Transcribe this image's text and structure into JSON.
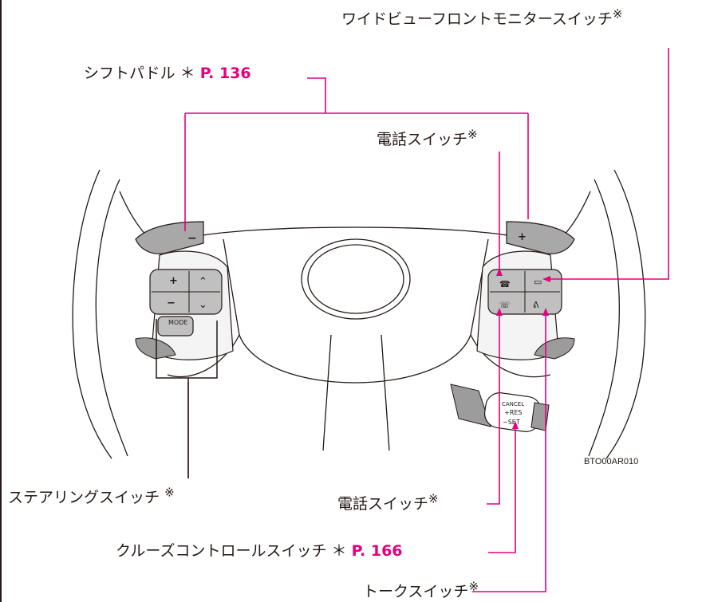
{
  "colors": {
    "leader": "#e4007f",
    "ink": "#231815",
    "paddle": "#a8a8a8",
    "button": "#bdbdbd"
  },
  "labels": {
    "wide_view": {
      "text": "ワイドビューフロントモニタースイッチ",
      "mark": "※"
    },
    "shift_paddle": {
      "text": "シフトパドル",
      "star": "＊",
      "page": "P. 136"
    },
    "phone_top": {
      "text": "電話スイッチ",
      "mark": "※"
    },
    "steering": {
      "text": "ステアリングスイッチ",
      "mark": "※"
    },
    "phone_bottom": {
      "text": "電話スイッチ",
      "mark": "※"
    },
    "cruise": {
      "text": "クルーズコントロールスイッチ",
      "star": "＊",
      "page": "P. 166"
    },
    "talk": {
      "text": "トークスイッチ",
      "mark": "※"
    }
  },
  "figure_ref": "BTO00AR010",
  "wheel": {
    "paddle_minus": "−",
    "paddle_plus": "+",
    "vol_plus": "+",
    "vol_minus": "−",
    "mode_button": "MODE",
    "lever_res": "+RES",
    "lever_set": "−SET",
    "lever_cancel": "CANCEL"
  }
}
